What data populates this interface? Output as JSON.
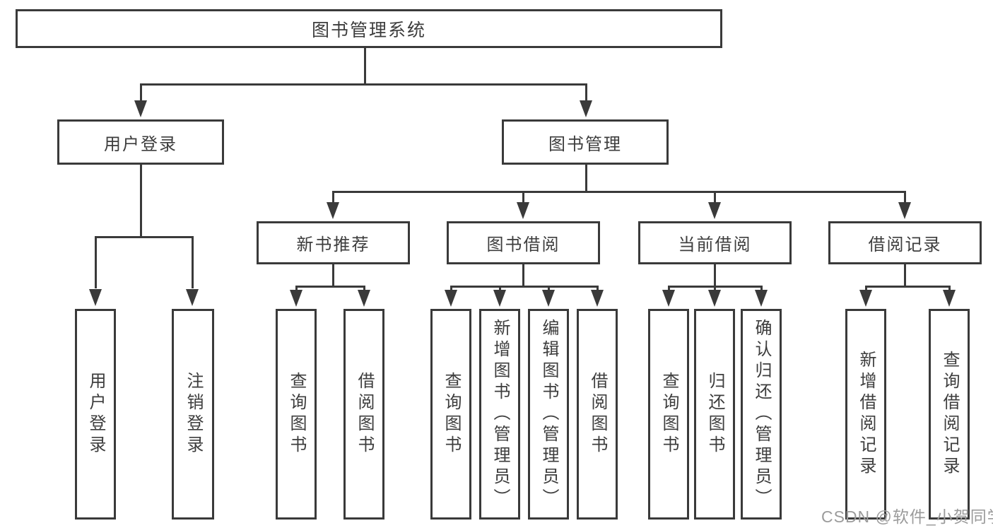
{
  "colors": {
    "line": "#3a3a3a",
    "text": "#3d3d3d",
    "background": "#ffffff",
    "watermark": "#9b9b9b"
  },
  "nodes": {
    "root": {
      "label": "图书管理系统"
    },
    "user_login": {
      "label": "用户登录"
    },
    "book_mgmt": {
      "label": "图书管理"
    },
    "new_book_rec": {
      "label": "新书推荐"
    },
    "book_borrow": {
      "label": "图书借阅"
    },
    "current_borrow": {
      "label": "当前借阅"
    },
    "borrow_records": {
      "label": "借阅记录"
    },
    "leaf_login": {
      "label": "用户登录"
    },
    "leaf_logout": {
      "label": "注销登录"
    },
    "leaf_nbr_query": {
      "label": "查询图书"
    },
    "leaf_nbr_borrow": {
      "label": "借阅图书"
    },
    "leaf_bb_query": {
      "label": "查询图书"
    },
    "leaf_bb_add": {
      "label": "新增图书（管理员）"
    },
    "leaf_bb_edit": {
      "label": "编辑图书（管理员）"
    },
    "leaf_bb_borrow": {
      "label": "借阅图书"
    },
    "leaf_cb_query": {
      "label": "查询图书"
    },
    "leaf_cb_return": {
      "label": "归还图书"
    },
    "leaf_cb_confirm": {
      "label": "确认归还（管理员）"
    },
    "leaf_br_add": {
      "label": "新增借阅记录"
    },
    "leaf_br_query": {
      "label": "查询借阅记录"
    }
  },
  "structure": {
    "root": "图书管理系统",
    "children": [
      {
        "label": "用户登录",
        "children": [
          "用户登录",
          "注销登录"
        ]
      },
      {
        "label": "图书管理",
        "children": [
          {
            "label": "新书推荐",
            "children": [
              "查询图书",
              "借阅图书"
            ]
          },
          {
            "label": "图书借阅",
            "children": [
              "查询图书",
              "新增图书（管理员）",
              "编辑图书（管理员）",
              "借阅图书"
            ]
          },
          {
            "label": "当前借阅",
            "children": [
              "查询图书",
              "归还图书",
              "确认归还（管理员）"
            ]
          },
          {
            "label": "借阅记录",
            "children": [
              "新增借阅记录",
              "查询借阅记录"
            ]
          }
        ]
      }
    ]
  },
  "watermark": {
    "text": "CSDN @软件_小贺同学"
  }
}
